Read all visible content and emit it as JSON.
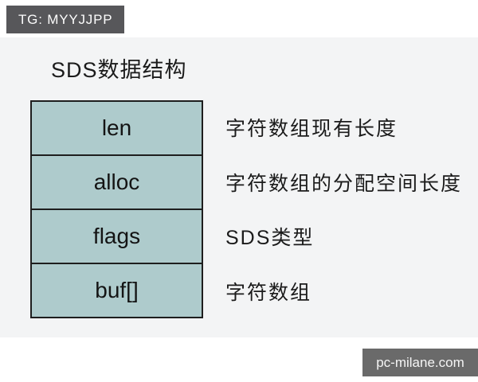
{
  "badge": {
    "label": "TG: MYYJJPP"
  },
  "title": "SDS数据结构",
  "struct": {
    "rows": [
      {
        "field": "len",
        "description": "字符数组现有长度"
      },
      {
        "field": "alloc",
        "description": "字符数组的分配空间长度"
      },
      {
        "field": "flags",
        "description": "SDS类型"
      },
      {
        "field": "buf[]",
        "description": "字符数组"
      }
    ]
  },
  "watermark": {
    "label": "pc-milane.com"
  },
  "colors": {
    "cell_fill": "#aecbcc",
    "cell_border": "#1e1e1e",
    "panel_bg": "#f3f4f5",
    "badge_bg": "#57575a",
    "watermark_bg": "#6a6a6a",
    "text": "#1b1b1b"
  }
}
